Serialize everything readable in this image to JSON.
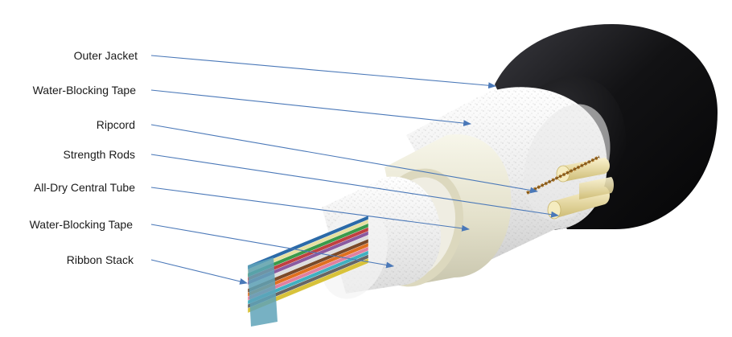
{
  "labels": [
    {
      "id": "outer-jacket",
      "text": "Outer Jacket"
    },
    {
      "id": "water-blocking-tape-outer",
      "text": "Water-Blocking Tape"
    },
    {
      "id": "ripcord",
      "text": "Ripcord"
    },
    {
      "id": "strength-rods",
      "text": "Strength Rods"
    },
    {
      "id": "central-tube",
      "text": "All-Dry Central Tube"
    },
    {
      "id": "water-blocking-tape-inner",
      "text": "Water-Blocking Tape"
    },
    {
      "id": "ribbon-stack",
      "text": "Ribbon Stack"
    }
  ],
  "colors": {
    "leader_line": "#4a78b8",
    "jacket": "#0d0d0f",
    "tape": "#e9e9e9",
    "tube": "#e6e3cf",
    "rods": "#efe3b0",
    "ripcord": "#b07a2c"
  },
  "ribbon_colors": [
    "#2b6aa8",
    "#e8e0a0",
    "#3a9a4a",
    "#c04040",
    "#8a5aa0",
    "#dddddd",
    "#7a4a2a",
    "#e07020",
    "#e080a0",
    "#40b0c0",
    "#666666",
    "#d8c23a"
  ]
}
